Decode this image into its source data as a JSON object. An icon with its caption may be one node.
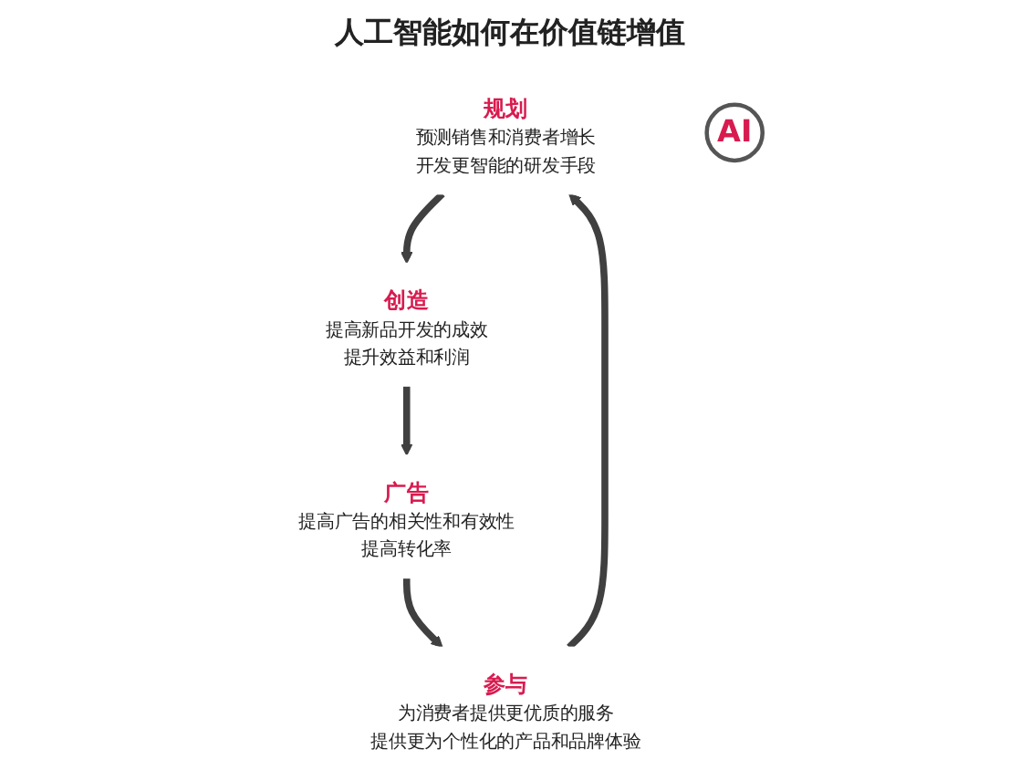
{
  "diagram": {
    "title": "人工智能如何在价值链增值",
    "nodes": [
      {
        "text": [
          "规划",
          "预测销售和消费者增长",
          "开发更智能的研发手段"
        ]
      },
      {
        "text": [
          "创造",
          "提高新品开发的成效",
          "提升效益和利润"
        ]
      },
      {
        "text": [
          "广告",
          "提高广告的相关性和有效性",
          "提高转化率"
        ]
      },
      {
        "text": [
          "参与",
          "为消费者提供更优质的服务",
          "提供更为个性化的产品和品牌体验"
        ]
      },
      {
        "text": [
          "AI"
        ]
      }
    ],
    "edges": [
      {
        "from": 0,
        "to": 1,
        "arrow": "to"
      },
      {
        "from": 1,
        "to": 2,
        "arrow": "to"
      },
      {
        "from": 2,
        "to": 3,
        "arrow": "to"
      },
      {
        "from": 3,
        "to": 0,
        "arrow": "to"
      }
    ]
  }
}
